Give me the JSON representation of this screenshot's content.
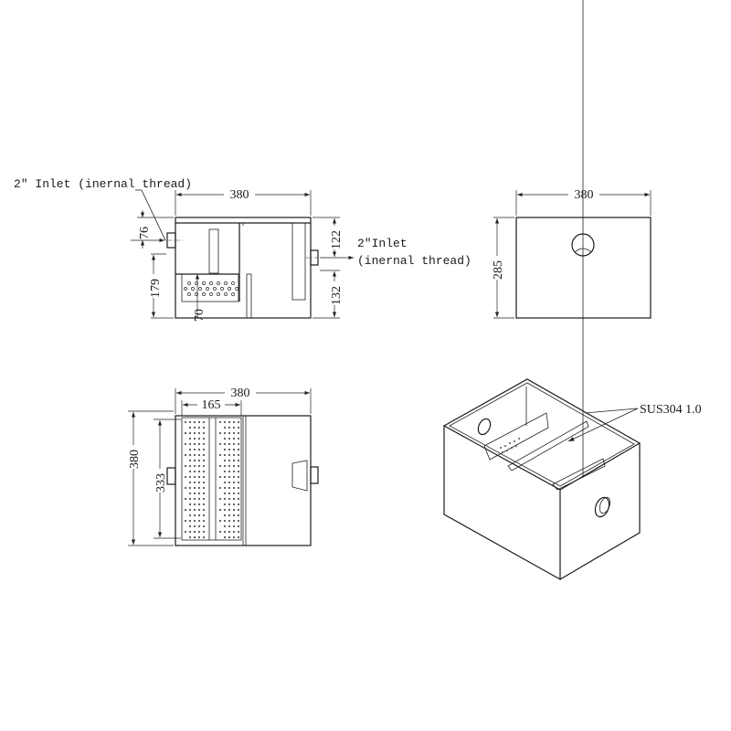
{
  "front_view": {
    "width_label": "380",
    "left_top_label": "76",
    "left_bottom_label": "179",
    "right_top_label": "122",
    "right_bottom_label": "132",
    "basket_label": "70",
    "inlet_left_label": "2″ Inlet (inernal thread)",
    "inlet_right_line1": "2″Inlet",
    "inlet_right_line2": "(inernal thread)"
  },
  "side_view": {
    "width_label": "380",
    "height_label": "285"
  },
  "top_view": {
    "width_label": "380",
    "depth_label": "380",
    "basket_width_label": "165",
    "basket_depth_label": "333"
  },
  "iso_view": {
    "material_label": "SUS304 1.0"
  }
}
